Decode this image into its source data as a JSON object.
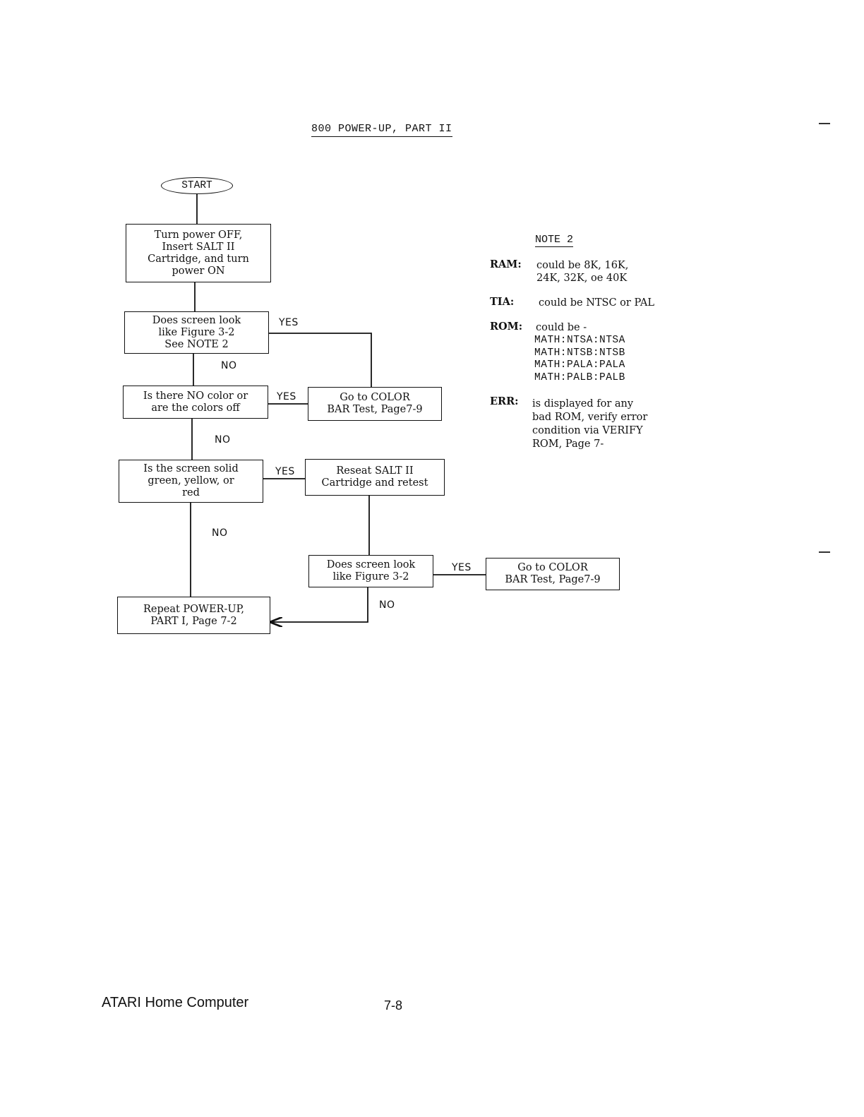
{
  "title": "800 POWER-UP, PART II",
  "flowchart": {
    "start": "START",
    "steps": {
      "turn_power": "Turn power OFF,\nInsert SALT II\nCartridge, and turn\npower ON",
      "q_figure": "Does screen look\nlike Figure 3-2\nSee NOTE 2",
      "q_no_color": "Is there NO color or\nare the colors off",
      "go_color_bar_1": "Go to COLOR\nBAR Test, Page7-9",
      "q_solid": "Is the screen solid\ngreen, yellow, or\nred",
      "reseat": "Reseat SALT II\nCartridge and retest",
      "q_figure_2": "Does screen look\nlike Figure 3-2",
      "go_color_bar_2": "Go to COLOR\nBAR Test, Page7-9",
      "repeat_power_up": "Repeat POWER-UP,\nPART I, Page 7-2"
    },
    "labels": {
      "yes": "YES",
      "no": "NO"
    }
  },
  "note": {
    "title": "NOTE 2",
    "entries": [
      {
        "key": "RAM:",
        "value": "could be 8K, 16K,\n24K, 32K, oe 40K"
      },
      {
        "key": "TIA:",
        "value": "could be NTSC or PAL"
      },
      {
        "key": "ROM:",
        "value": "could be -"
      },
      {
        "key": "",
        "value": "MATH:NTSA:NTSA\nMATH:NTSB:NTSB\nMATH:PALA:PALA\nMATH:PALB:PALB"
      },
      {
        "key": "ERR:",
        "value": "is displayed for any\nbad ROM, verify error\ncondition via VERIFY\nROM, Page 7-"
      }
    ]
  },
  "footer": {
    "left": "ATARI Home Computer",
    "page": "7-8"
  }
}
